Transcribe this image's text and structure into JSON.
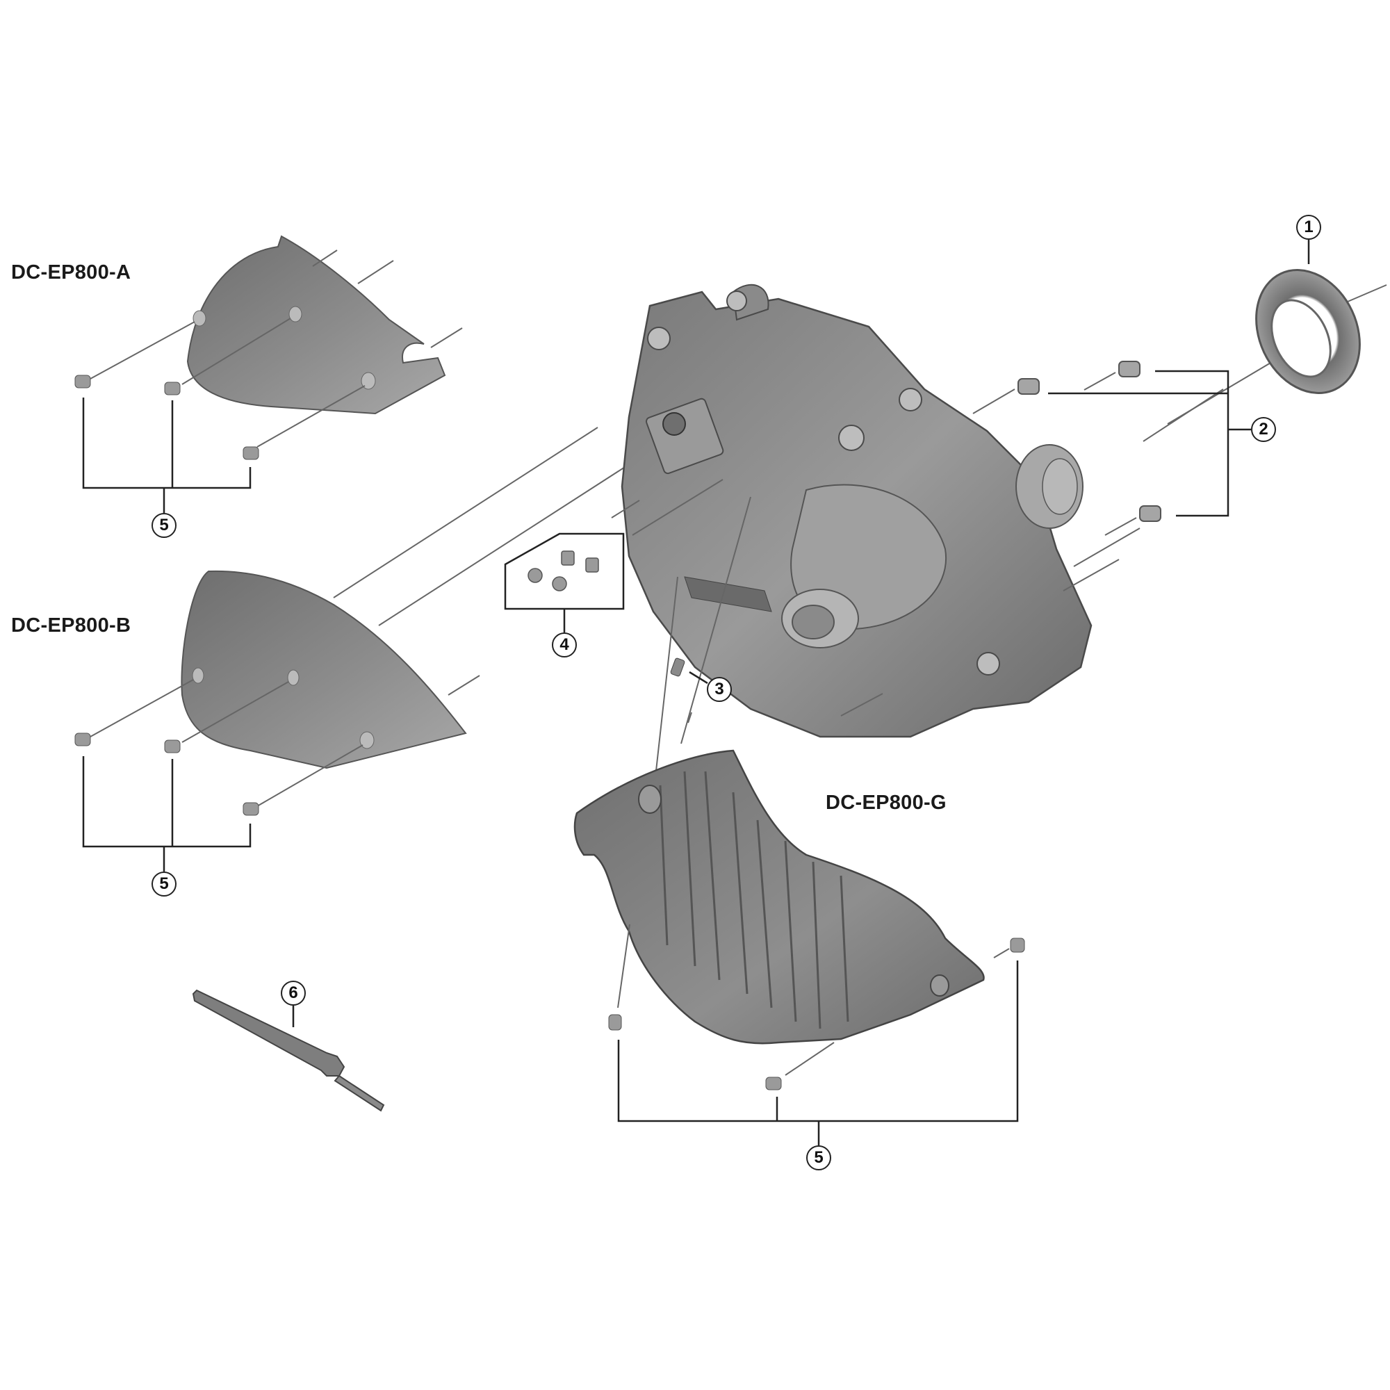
{
  "diagram": {
    "type": "exploded parts diagram",
    "background": "#ffffff",
    "part_color": "#8a8a8a",
    "line_color": "#555555"
  },
  "assemblies": [
    {
      "id": "a",
      "label": "DC-EP800-A",
      "callout": "5"
    },
    {
      "id": "b",
      "label": "DC-EP800-B",
      "callout": "5"
    },
    {
      "id": "g",
      "label": "DC-EP800-G",
      "callout": "5"
    }
  ],
  "callouts": [
    {
      "num": "1",
      "part": "lock-ring"
    },
    {
      "num": "2",
      "part": "mounting-bolts"
    },
    {
      "num": "3",
      "part": "small-screw"
    },
    {
      "num": "4",
      "part": "screw-and-nut-set"
    },
    {
      "num": "5",
      "part": "cover-screws"
    },
    {
      "num": "6",
      "part": "tool"
    }
  ]
}
